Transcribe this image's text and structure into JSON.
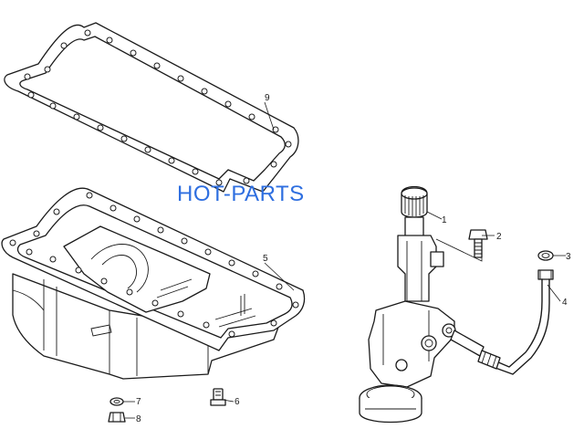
{
  "watermark": "HOT-PARTS",
  "callouts": [
    "1",
    "2",
    "3",
    "4",
    "5",
    "6",
    "7",
    "8",
    "9"
  ],
  "colors": {
    "line": "#1a1a1a",
    "watermark": "#2f6fe0",
    "background": "#ffffff"
  }
}
